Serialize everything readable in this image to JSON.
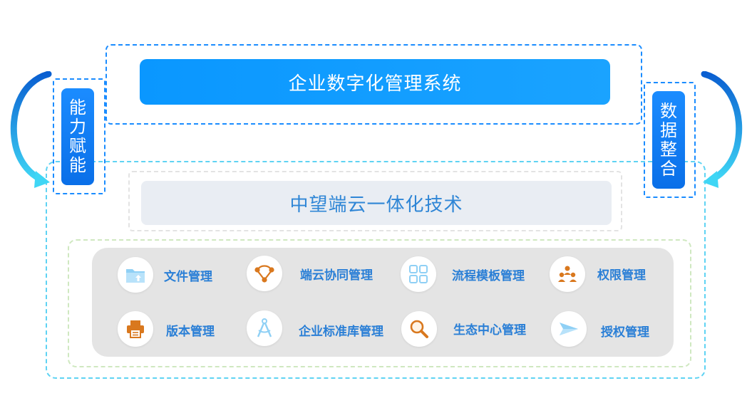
{
  "top_system": {
    "label": "企业数字化管理系统"
  },
  "middle_tech": {
    "label": "中望端云一体化技术"
  },
  "left_label": {
    "chars": [
      "能",
      "力",
      "赋",
      "能"
    ]
  },
  "right_label": {
    "chars": [
      "数",
      "据",
      "整",
      "合"
    ]
  },
  "modules": [
    {
      "label": "文件管理",
      "icon": "folder-icon"
    },
    {
      "label": "端云协同管理",
      "icon": "share-nodes-icon"
    },
    {
      "label": "流程模板管理",
      "icon": "grid-template-icon"
    },
    {
      "label": "权限管理",
      "icon": "people-group-icon"
    },
    {
      "label": "版本管理",
      "icon": "printer-icon"
    },
    {
      "label": "企业标准库管理",
      "icon": "compass-icon"
    },
    {
      "label": "生态中心管理",
      "icon": "magnifier-icon"
    },
    {
      "label": "授权管理",
      "icon": "paper-plane-icon"
    }
  ],
  "colors": {
    "primary": "#0a97ff",
    "accent_cyan": "#5fd3f3",
    "module_text": "#2a7fd6",
    "icon_orange": "#d9781e",
    "icon_light_blue": "#8fd0f5"
  }
}
